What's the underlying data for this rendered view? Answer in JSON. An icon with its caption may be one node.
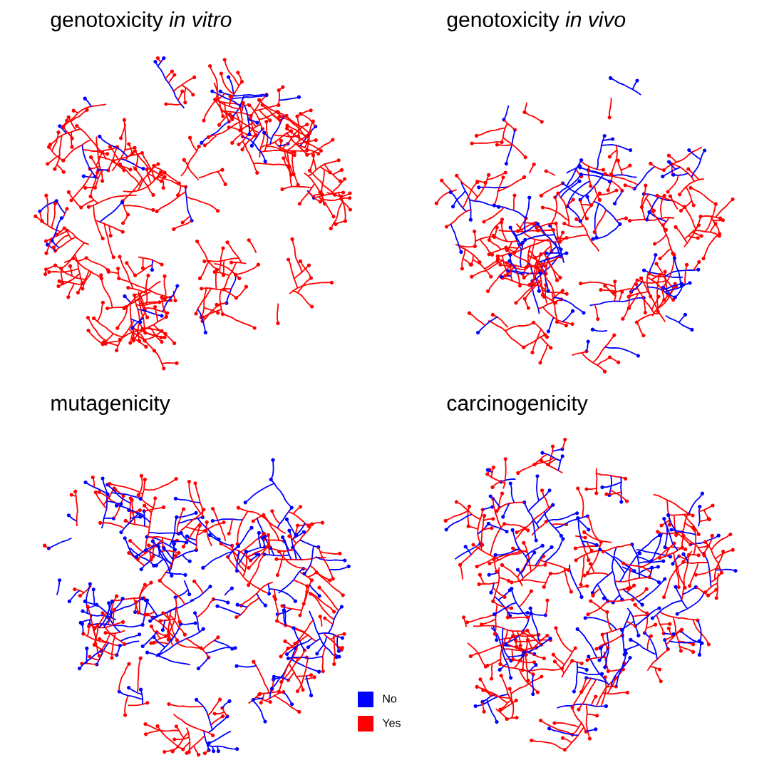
{
  "diagram": {
    "labels": [
      "genotoxicity *in vitro*",
      "genotoxicity *in vivo*",
      "mutagenicity",
      "carcinogenicity"
    ],
    "legend": [
      {
        "text": "No",
        "color": "#0000ff"
      },
      {
        "text": "Yes",
        "color": "#ff0000"
      }
    ]
  }
}
